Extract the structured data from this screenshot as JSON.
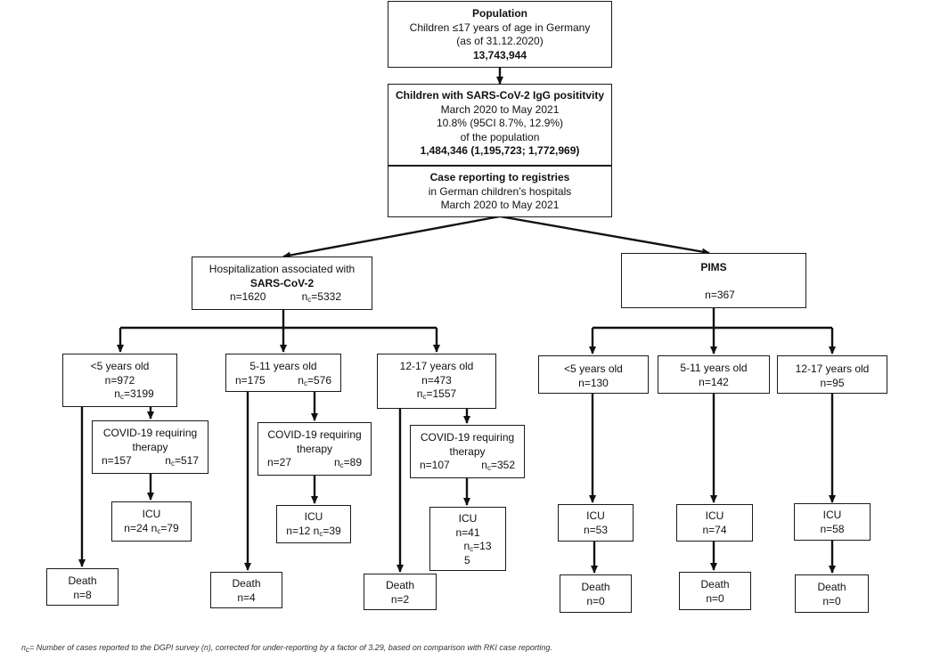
{
  "population": {
    "title": "Population",
    "line1": "Children ≤17 years of age in Germany",
    "line2": "(as of 31.12.2020)",
    "count": "13,743,944"
  },
  "seropositive": {
    "title": "Children with SARS-CoV-2 IgG posititvity",
    "line1": "March 2020 to May 2021",
    "line2": "10.8% (95CI 8.7%, 12.9%)",
    "line3": "of the population",
    "count": "1,484,346 (1,195,723; 1,772,969)"
  },
  "registries": {
    "title": "Case reporting to registries",
    "line1": "in German children’s hospitals",
    "line2": "March 2020 to May 2021"
  },
  "hospitalization": {
    "line1": "Hospitalization associated with",
    "title": "SARS-CoV-2",
    "n": "n=1620",
    "nc_prefix": "n",
    "nc_sub": "c",
    "nc": "=5332",
    "groups": [
      {
        "label": "<5 years old",
        "n": "n=972",
        "nc": "=3199",
        "therapy": {
          "line1": "COVID-19 requiring",
          "line2": "therapy",
          "n": "n=157",
          "nc": "=517"
        },
        "icu": {
          "label": "ICU",
          "n": "n=24",
          "nc": "=79"
        },
        "death": {
          "label": "Death",
          "n": "n=8"
        }
      },
      {
        "label": "5-11 years old",
        "n": "n=175",
        "nc": "=576",
        "therapy": {
          "line1": "COVID-19 requiring",
          "line2": "therapy",
          "n": "n=27",
          "nc": "=89"
        },
        "icu": {
          "label": "ICU",
          "n": "n=12",
          "nc": "=39"
        },
        "death": {
          "label": "Death",
          "n": "n=4"
        }
      },
      {
        "label": "12-17 years old",
        "n": "n=473",
        "nc": "=1557",
        "therapy": {
          "line1": "COVID-19 requiring",
          "line2": "therapy",
          "n": "n=107",
          "nc": "=352"
        },
        "icu": {
          "label": "ICU",
          "n": "n=41",
          "nc": "=13",
          "nc_wrap": "5"
        },
        "death": {
          "label": "Death",
          "n": "n=2"
        }
      }
    ]
  },
  "pims": {
    "title": "PIMS",
    "n": "n=367",
    "groups": [
      {
        "label": "<5 years old",
        "n": "n=130",
        "icu": {
          "label": "ICU",
          "n": "n=53"
        },
        "death": {
          "label": "Death",
          "n": "n=0"
        }
      },
      {
        "label": "5-11 years old",
        "n": "n=142",
        "icu": {
          "label": "ICU",
          "n": "n=74"
        },
        "death": {
          "label": "Death",
          "n": "n=0"
        }
      },
      {
        "label": "12-17 years old",
        "n": "n=95",
        "icu": {
          "label": "ICU",
          "n": "n=58"
        },
        "death": {
          "label": "Death",
          "n": "n=0"
        }
      }
    ]
  },
  "footnote": {
    "nc_prefix": "n",
    "nc_sub": "c",
    "text": "= Number of cases reported to the DGPI survey (n), corrected for under-reporting by a factor of 3.29, based on comparison with RKI case reporting."
  }
}
